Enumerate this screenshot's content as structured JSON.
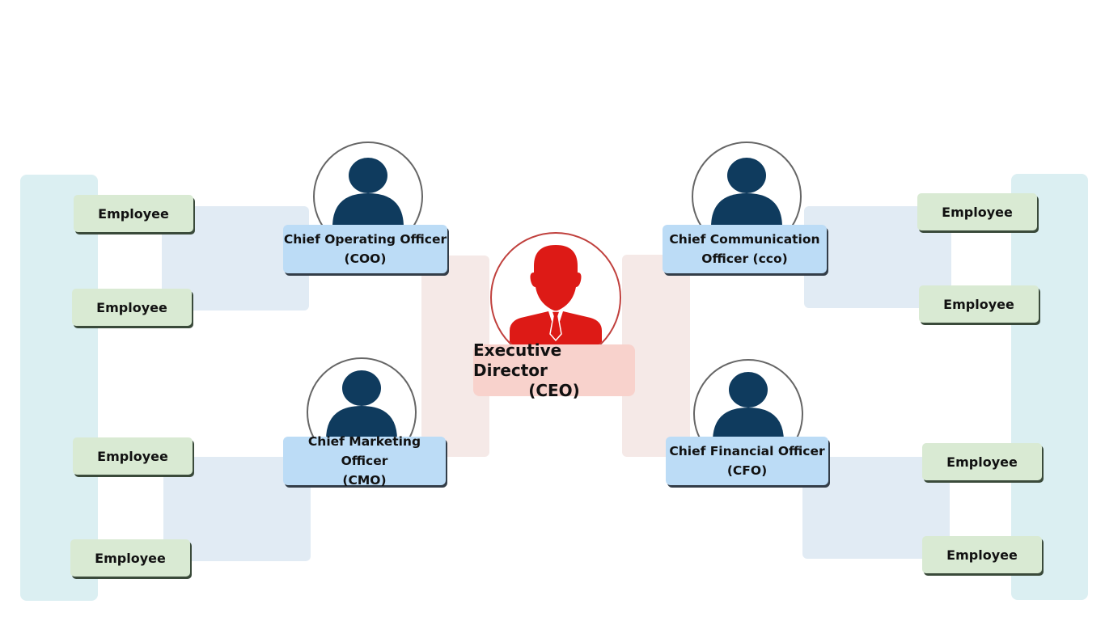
{
  "ceo": {
    "title": "Executive Director",
    "abbr": "(CEO)"
  },
  "officers": {
    "coo": {
      "line1": "Chief Operating Officer",
      "line2": "(COO)"
    },
    "cco": {
      "line1": "Chief Communication",
      "line2": "Officer (cco)"
    },
    "cmo": {
      "line1": "Chief Marketing Officer",
      "line2": "(CMO)"
    },
    "cfo": {
      "line1": "Chief Financial Officer",
      "line2": "(CFO)"
    }
  },
  "employee_label": "Employee",
  "colors": {
    "ceo": "#dd1a16",
    "officer_icon": "#0f3b5e",
    "employee": "#d9ead3",
    "officer_box": "#bcdcf6"
  }
}
